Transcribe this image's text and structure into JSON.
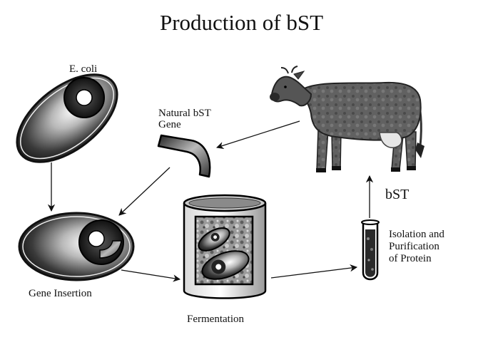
{
  "title": "Production of  bST",
  "labels": {
    "ecoli": "E. coli",
    "natural_gene_line1": "Natural bST",
    "natural_gene_line2": "Gene",
    "bst": "bST",
    "isolation_line1": "Isolation and",
    "isolation_line2": "Purification",
    "isolation_line3": "of Protein",
    "gene_insertion": "Gene Insertion",
    "fermentation": "Fermentation"
  },
  "colors": {
    "ink": "#111111",
    "cow_body": "#5a5a5a",
    "cell_outer": "#222222"
  },
  "icons": [
    "cow-icon",
    "ecoli-cell-icon",
    "gene-fragment-icon",
    "fermentation-tank-icon",
    "test-tube-icon"
  ]
}
